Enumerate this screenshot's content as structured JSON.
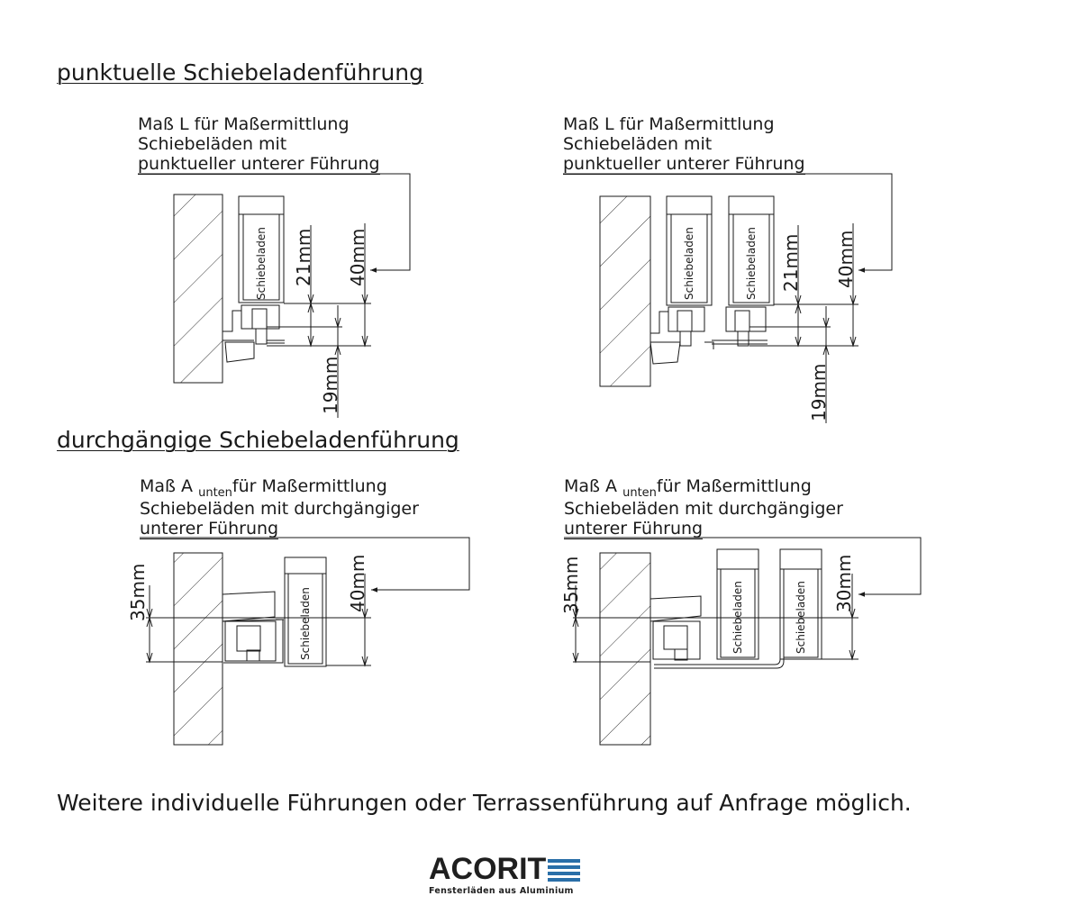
{
  "sections": [
    {
      "title": "punktuelle Schiebeladenführung"
    },
    {
      "title": "durchgängige Schiebeladenführung"
    }
  ],
  "panels": [
    {
      "caption": [
        "Maß L für Maßermittlung",
        "Schiebeläden mit",
        "punktueller unterer Führung"
      ],
      "dims": [
        "21mm",
        "40mm",
        "19mm"
      ],
      "shutter_label": "Schiebeladen"
    },
    {
      "caption": [
        "Maß L für Maßermittlung",
        "Schiebeläden mit",
        "punktueller unterer Führung"
      ],
      "dims": [
        "21mm",
        "40mm",
        "19mm"
      ],
      "shutter_label": "Schiebeladen"
    },
    {
      "caption_prefix": "Maß A",
      "caption_sub": "unten",
      "caption_suffix": "für Maßermittlung",
      "caption": [
        "Schiebeläden mit durchgängiger",
        "unterer Führung"
      ],
      "dims": [
        "35mm",
        "40mm"
      ],
      "shutter_label": "Schiebeladen"
    },
    {
      "caption_prefix": "Maß A",
      "caption_sub": "unten",
      "caption_suffix": "für Maßermittlung",
      "caption": [
        "Schiebeläden mit durchgängiger",
        "unterer Führung"
      ],
      "dims": [
        "35mm",
        "30mm"
      ],
      "shutter_label": "Schiebeladen"
    }
  ],
  "footer": {
    "note": "Weitere individuelle Führungen oder Terrassenführung auf Anfrage möglich."
  },
  "logo": {
    "word": "ACORIT",
    "tagline": "Fensterläden aus Aluminium",
    "accent": "#2a6fa8"
  }
}
